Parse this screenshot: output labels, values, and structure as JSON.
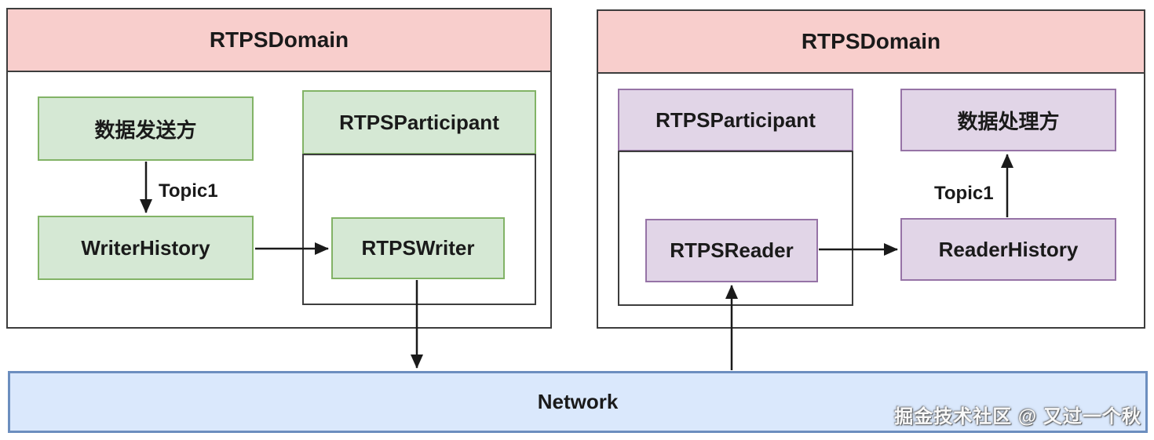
{
  "colors": {
    "domain_header_fill": "#f8cecc",
    "domain_border": "#3d3d3d",
    "green_fill": "#d5e8d4",
    "green_border": "#82b366",
    "purple_fill": "#e1d5e7",
    "purple_border": "#9673a6",
    "network_fill": "#dae8fc",
    "network_border": "#6c8ebf",
    "arrow_color": "#1a1a1a",
    "text_color": "#1a1a1a"
  },
  "left_domain": {
    "title": "RTPSDomain",
    "sender": "数据发送方",
    "topic": "Topic1",
    "writer_history": "WriterHistory",
    "participant": "RTPSParticipant",
    "rtps_writer": "RTPSWriter"
  },
  "right_domain": {
    "title": "RTPSDomain",
    "participant": "RTPSParticipant",
    "processor": "数据处理方",
    "topic": "Topic1",
    "rtps_reader": "RTPSReader",
    "reader_history": "ReaderHistory"
  },
  "network": {
    "label": "Network"
  },
  "watermark": "掘金技术社区 @ 又过一个秋"
}
